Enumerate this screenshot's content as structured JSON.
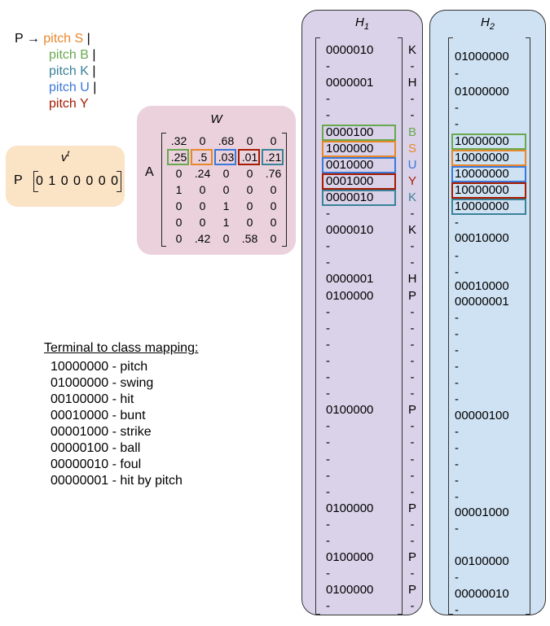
{
  "grammar": {
    "lines": [
      {
        "prefix": "P → ",
        "text": "pitch S",
        "suffix": " |",
        "color": "#e8872a"
      },
      {
        "prefix": "",
        "text": "pitch B",
        "suffix": " |",
        "color": "#6aa84f"
      },
      {
        "prefix": "",
        "text": "pitch K",
        "suffix": " |",
        "color": "#3a8299"
      },
      {
        "prefix": "",
        "text": "pitch U",
        "suffix": " |",
        "color": "#3c78d8"
      },
      {
        "prefix": "",
        "text": "pitch Y",
        "suffix": "",
        "color": "#a61c00"
      }
    ]
  },
  "v": {
    "title_base": "v",
    "title_sup": "t",
    "label": "P",
    "vector": "0 1 0 0 0 0 0"
  },
  "W": {
    "title": "W",
    "row_label": "A",
    "rows": [
      [
        ".32",
        "0",
        ".68",
        "0",
        "0"
      ],
      [
        ".25",
        ".5",
        ".03",
        ".01",
        ".21"
      ],
      [
        "0",
        ".24",
        "0",
        "0",
        ".76"
      ],
      [
        "1",
        "0",
        "0",
        "0",
        "0"
      ],
      [
        "0",
        "0",
        "1",
        "0",
        "0"
      ],
      [
        "0",
        "0",
        "1",
        "0",
        "0"
      ],
      [
        "0",
        ".42",
        "0",
        ".58",
        "0"
      ]
    ],
    "highlight_colors": [
      "#6aa84f",
      "#e8872a",
      "#3c78d8",
      "#a61c00",
      "#3a8299"
    ]
  },
  "H1": {
    "title": "H",
    "sub": "1",
    "rows": [
      {
        "v": "0000010",
        "t": "K"
      },
      {
        "v": "-",
        "t": "-"
      },
      {
        "v": "0000001",
        "t": "H"
      },
      {
        "v": "-",
        "t": "-"
      },
      {
        "v": "-",
        "t": "-"
      },
      {
        "v": "0000100",
        "t": "B",
        "hl": "#6aa84f"
      },
      {
        "v": "1000000",
        "t": "S",
        "hl": "#e8872a"
      },
      {
        "v": "0010000",
        "t": "U",
        "hl": "#3c78d8"
      },
      {
        "v": "0001000",
        "t": "Y",
        "hl": "#a61c00"
      },
      {
        "v": "0000010",
        "t": "K",
        "hl": "#3a8299"
      },
      {
        "v": "-",
        "t": "-"
      },
      {
        "v": "0000010",
        "t": "K"
      },
      {
        "v": "-",
        "t": "-"
      },
      {
        "v": "-",
        "t": "-"
      },
      {
        "v": "0000001",
        "t": "H"
      },
      {
        "v": "0100000",
        "t": "P"
      },
      {
        "v": "-",
        "t": "-"
      },
      {
        "v": "-",
        "t": "-"
      },
      {
        "v": "-",
        "t": "-"
      },
      {
        "v": "-",
        "t": "-"
      },
      {
        "v": "-",
        "t": "-"
      },
      {
        "v": "-",
        "t": "-"
      },
      {
        "v": "0100000",
        "t": "P"
      },
      {
        "v": "-",
        "t": "-"
      },
      {
        "v": "-",
        "t": "-"
      },
      {
        "v": "-",
        "t": "-"
      },
      {
        "v": "-",
        "t": "-"
      },
      {
        "v": "-",
        "t": "-"
      },
      {
        "v": "0100000",
        "t": "P"
      },
      {
        "v": "-",
        "t": "-"
      },
      {
        "v": "-",
        "t": "-"
      },
      {
        "v": "0100000",
        "t": "P"
      },
      {
        "v": "-",
        "t": "-"
      },
      {
        "v": "0100000",
        "t": "P"
      },
      {
        "v": "-",
        "t": "-"
      }
    ]
  },
  "H2": {
    "title": "H",
    "sub": "2",
    "rows": [
      {
        "v": "01000000"
      },
      {
        "v": "-"
      },
      {
        "v": "01000000"
      },
      {
        "v": "-"
      },
      {
        "v": "-"
      },
      {
        "v": "10000000",
        "hl": "#6aa84f"
      },
      {
        "v": "10000000",
        "hl": "#e8872a"
      },
      {
        "v": "10000000",
        "hl": "#3c78d8"
      },
      {
        "v": "10000000",
        "hl": "#a61c00"
      },
      {
        "v": "10000000",
        "hl": "#3a8299"
      },
      {
        "v": "-"
      },
      {
        "v": "00010000"
      },
      {
        "v": "-"
      },
      {
        "v": "-"
      },
      {
        "v": "00010000"
      },
      {
        "v": "00000001"
      },
      {
        "v": "-"
      },
      {
        "v": "-"
      },
      {
        "v": "-"
      },
      {
        "v": "-"
      },
      {
        "v": "-"
      },
      {
        "v": "-"
      },
      {
        "v": "00000100"
      },
      {
        "v": "-"
      },
      {
        "v": "-"
      },
      {
        "v": "-"
      },
      {
        "v": "-"
      },
      {
        "v": "-"
      },
      {
        "v": "00001000"
      },
      {
        "v": "-"
      },
      {
        "v": "00100000"
      },
      {
        "v": "-"
      },
      {
        "v": "00000010"
      },
      {
        "v": "-"
      }
    ]
  },
  "mapping": {
    "title": "Terminal to class mapping:",
    "items": [
      "10000000 - pitch",
      "01000000 - swing",
      "00100000 - hit",
      "00010000 - bunt",
      "00001000 - strike",
      "00000100 - ball",
      "00000010 - foul",
      "00000001 - hit by pitch"
    ]
  }
}
